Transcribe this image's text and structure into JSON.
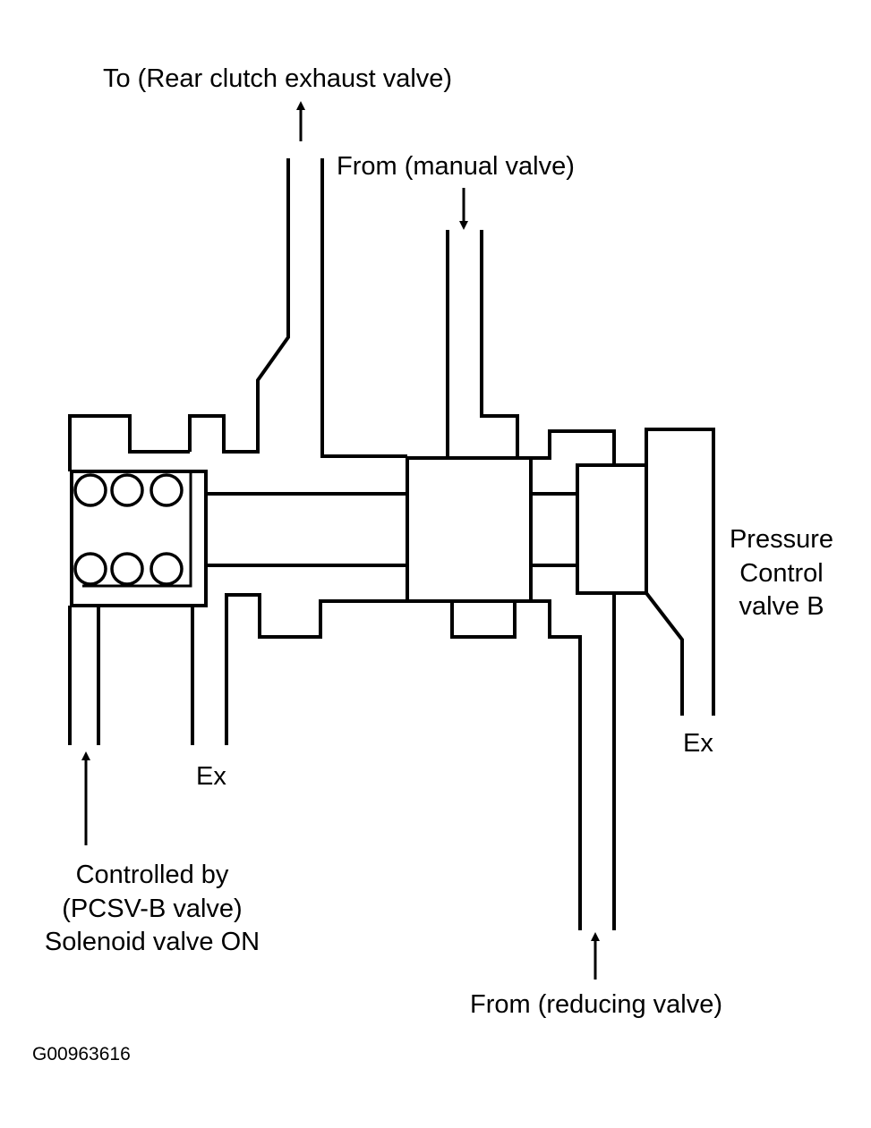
{
  "labels": {
    "rear_clutch": "To (Rear clutch exhaust valve)",
    "manual_valve": "From (manual valve)",
    "pressure_line1": "Pressure",
    "pressure_line2": "Control",
    "pressure_line3": "valve B",
    "ex_left": "Ex",
    "ex_right": "Ex",
    "controlled_line1": "Controlled by",
    "controlled_line2": "(PCSV-B valve)",
    "controlled_line3": "Solenoid valve ON",
    "reducing_valve": "From (reducing valve)",
    "figure_id": "G00963616"
  }
}
